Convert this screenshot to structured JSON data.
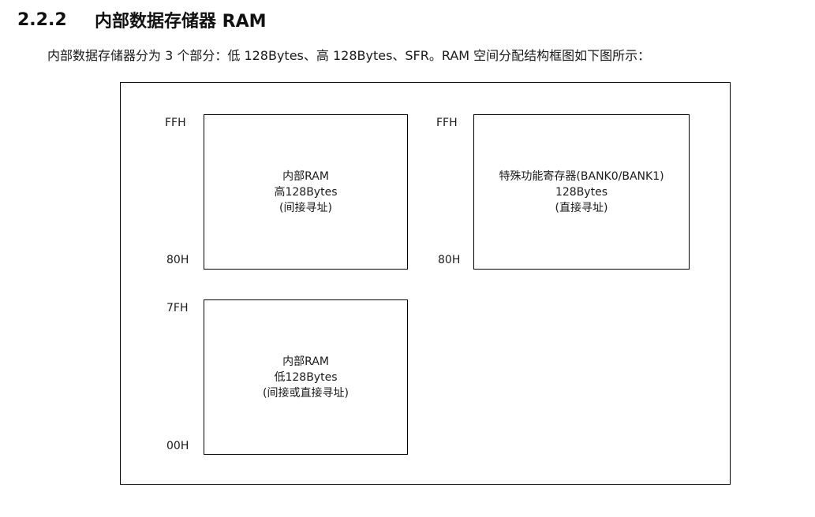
{
  "section": {
    "number": "2.2.2",
    "title": "内部数据存储器 RAM"
  },
  "intro_text": "内部数据存储器分为 3 个部分：低 128Bytes、高 128Bytes、SFR。RAM 空间分配结构框图如下图所示：",
  "diagram": {
    "high_ram": {
      "addr_top": "FFH",
      "addr_bottom": "80H",
      "lines": [
        "内部RAM",
        "高128Bytes",
        "(间接寻址)"
      ]
    },
    "sfr": {
      "addr_top": "FFH",
      "addr_bottom": "80H",
      "lines": [
        "特殊功能寄存器(BANK0/BANK1)",
        "128Bytes",
        "(直接寻址)"
      ]
    },
    "low_ram": {
      "addr_top": "7FH",
      "addr_bottom": "00H",
      "lines": [
        "内部RAM",
        "低128Bytes",
        "(间接或直接寻址)"
      ]
    }
  }
}
